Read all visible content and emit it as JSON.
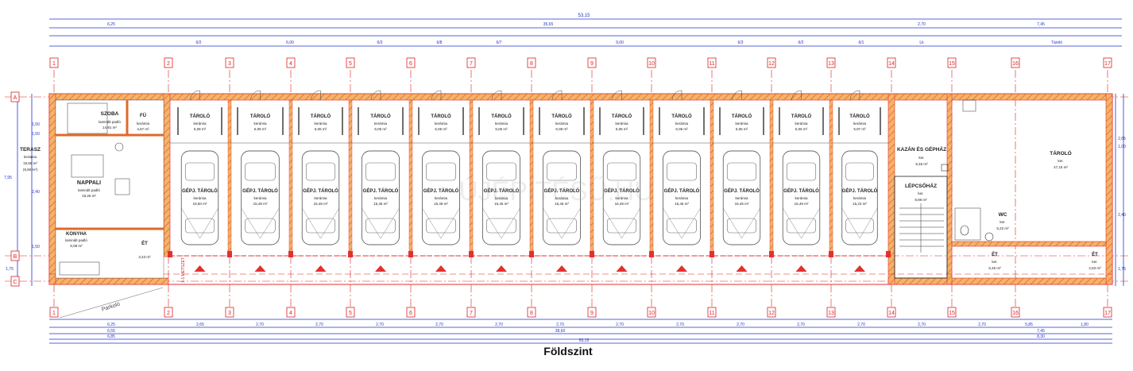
{
  "sheet": {
    "title": "Földszint"
  },
  "colors": {
    "wall": "#f0a050",
    "wall_outline": "#e33030",
    "dim": "#2233cc",
    "axis": "#dd2222",
    "car": "#666666",
    "text": "#222222"
  },
  "dimensions": {
    "total": "53,15",
    "top_row1": [
      "6,25",
      "35,65",
      "2,70",
      "7,45"
    ],
    "top_row3": [
      "6/2",
      "6,00",
      "6/3",
      "6/8",
      "6/7",
      "9,00",
      "6/3",
      "6/2",
      "6/1",
      "Lk",
      "Tároló"
    ],
    "bottom_row1": [
      "6,25",
      "2,65",
      "2,70",
      "2,70",
      "2,70",
      "2,70",
      "2,70",
      "2,70",
      "2,70",
      "2,70",
      "2,70",
      "2,70",
      "2,70",
      "2,70",
      "2,70",
      "5,85",
      "1,80"
    ],
    "bottom_row2": [
      "6,55",
      "38,60",
      "7,45"
    ],
    "bottom_row3": [
      "6,85",
      "8,30"
    ],
    "left": [
      "1,50",
      "1,50",
      "7,95",
      "2,40",
      "1,50",
      "1,75"
    ],
    "right": [
      "2,65",
      "1,00",
      "2,40",
      "1,75"
    ]
  },
  "axes": {
    "columns": [
      "1",
      "2",
      "3",
      "4",
      "5",
      "6",
      "7",
      "8",
      "9",
      "10",
      "11",
      "12",
      "13",
      "14",
      "15",
      "16",
      "17"
    ],
    "rows": [
      "A",
      "B",
      "C"
    ]
  },
  "flat": {
    "szoba": {
      "name": "SZOBA",
      "floor": "laminált padló",
      "area": "14,91 m²"
    },
    "fu": {
      "name": "FÜ",
      "floor": "kerámia",
      "area": "4,67 m²"
    },
    "terasz": {
      "name": "TERASZ",
      "floor": "kerámia",
      "area": "15,58 m²",
      "area2": "(9,90 m²)"
    },
    "nappali": {
      "name": "NAPPALI",
      "floor": "laminált padló",
      "area": "18,26 m²"
    },
    "konyha": {
      "name": "KONYHA",
      "floor": "laminált padló",
      "area": "8,08 m²"
    },
    "et": {
      "name": "ÉT",
      "area": "3,43 m²"
    }
  },
  "storages": [
    {
      "name": "TÁROLÓ",
      "floor": "kerámia",
      "area": "6,08 m²"
    },
    {
      "name": "TÁROLÓ",
      "floor": "kerámia",
      "area": "6,08 m²"
    },
    {
      "name": "TÁROLÓ",
      "floor": "kerámia",
      "area": "6,06 m²"
    },
    {
      "name": "TÁROLÓ",
      "floor": "kerámia",
      "area": "6,06 m²"
    },
    {
      "name": "TÁROLÓ",
      "floor": "kerámia",
      "area": "6,06 m²"
    },
    {
      "name": "TÁROLÓ",
      "floor": "kerámia",
      "area": "6,06 m²"
    },
    {
      "name": "TÁROLÓ",
      "floor": "kerámia",
      "area": "6,08 m²"
    },
    {
      "name": "TÁROLÓ",
      "floor": "kerámia",
      "area": "6,06 m²"
    },
    {
      "name": "TÁROLÓ",
      "floor": "kerámia",
      "area": "6,06 m²"
    },
    {
      "name": "TÁROLÓ",
      "floor": "kerámia",
      "area": "6,06 m²"
    },
    {
      "name": "TÁROLÓ",
      "floor": "kerámia",
      "area": "6,06 m²"
    },
    {
      "name": "TÁROLÓ",
      "floor": "kerámia",
      "area": "5,97 m²"
    }
  ],
  "garages": [
    {
      "name": "GÉPJ. TÁROLÓ",
      "floor": "kerámia",
      "area": "15,50 m²"
    },
    {
      "name": "GÉPJ. TÁROLÓ",
      "floor": "kerámia",
      "area": "15,49 m²"
    },
    {
      "name": "GÉPJ. TÁROLÓ",
      "floor": "kerámia",
      "area": "15,45 m²"
    },
    {
      "name": "GÉPJ. TÁROLÓ",
      "floor": "kerámia",
      "area": "15,45 m²"
    },
    {
      "name": "GÉPJ. TÁROLÓ",
      "floor": "kerámia",
      "area": "15,49 m²"
    },
    {
      "name": "GÉPJ. TÁROLÓ",
      "floor": "kerámia",
      "area": "15,45 m²"
    },
    {
      "name": "GÉPJ. TÁROLÓ",
      "floor": "kerámia",
      "area": "15,45 m²"
    },
    {
      "name": "GÉPJ. TÁROLÓ",
      "floor": "kerámia",
      "area": "15,49 m²"
    },
    {
      "name": "GÉPJ. TÁROLÓ",
      "floor": "kerámia",
      "area": "15,45 m²"
    },
    {
      "name": "GÉPJ. TÁROLÓ",
      "floor": "kerámia",
      "area": "15,45 m²"
    },
    {
      "name": "GÉPJ. TÁROLÓ",
      "floor": "kerámia",
      "area": "15,49 m²"
    },
    {
      "name": "GÉPJ. TÁROLÓ",
      "floor": "kerámia",
      "area": "15,23 m²"
    }
  ],
  "east": {
    "kazan": {
      "name": "KAZÁN ÉS GÉPHÁZ",
      "floor": "ker.",
      "area": "8,45 m²"
    },
    "lepcsohaz": {
      "name": "LÉPCSŐHÁZ",
      "floor": "ker.",
      "area": "8,98 m²"
    },
    "wc": {
      "name": "WC",
      "floor": "ker.",
      "area": "5,22 m²"
    },
    "et2": {
      "name": "ÉT",
      "floor": "ker.",
      "area": "6,45 m²"
    },
    "et3": {
      "name": "ÉT",
      "floor": "ker.",
      "area": "2,83 m²"
    },
    "tarolo_big": {
      "name": "TÁROLÓ",
      "floor": "ker.",
      "area": "47,15 m²"
    }
  },
  "labels": {
    "parkolo": "Parkoló",
    "column_section": "1-1 METSZET",
    "watermark": "ÚJÉPÍTÉSŰ.HU"
  }
}
